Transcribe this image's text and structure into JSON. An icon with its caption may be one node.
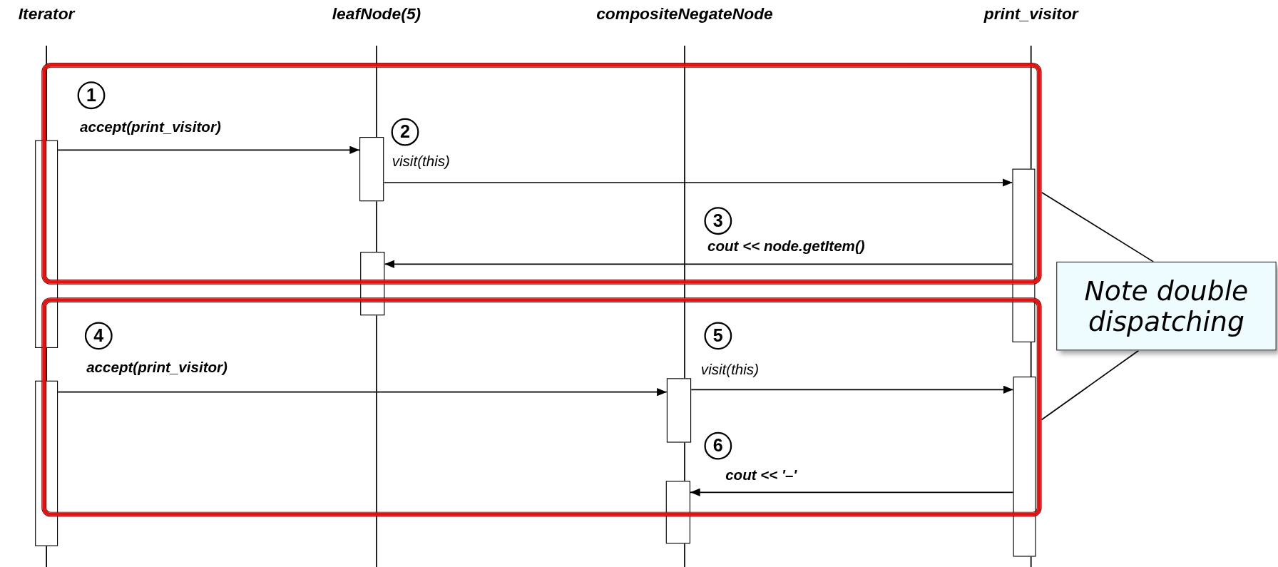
{
  "diagram": {
    "nodes": [
      {
        "text": [
          "Iterator"
        ]
      },
      {
        "text": [
          "leafNode(5)"
        ]
      },
      {
        "text": [
          "compositeNegateNode"
        ]
      },
      {
        "text": [
          "print_visitor"
        ]
      },
      {
        "text": [],
        "shape": "box"
      },
      {
        "text": [],
        "shape": "box"
      },
      {
        "text": [
          "Note double dispatching"
        ]
      },
      {
        "text": [],
        "shape": "bar"
      },
      {
        "text": [],
        "shape": "bar"
      },
      {
        "text": [],
        "shape": "bar",
        "in": 4
      },
      {
        "text": [],
        "shape": "bar"
      },
      {
        "text": [],
        "shape": "bar",
        "in": 5
      },
      {
        "text": [],
        "shape": "bar"
      },
      {
        "text": [],
        "shape": "bar"
      },
      {
        "text": [],
        "shape": "bar"
      }
    ],
    "edges": [
      {
        "from": 7,
        "to": 9,
        "arrow": "to",
        "label": "accept(print_visitor)"
      },
      {
        "from": 9,
        "to": 13,
        "arrow": "to",
        "label": "visit(this)"
      },
      {
        "from": 13,
        "to": 10,
        "arrow": "to",
        "label": "cout << node.getItem()"
      },
      {
        "from": 8,
        "to": 11,
        "arrow": "to",
        "label": "accept(print_visitor)"
      },
      {
        "from": 11,
        "to": 14,
        "arrow": "to",
        "label": "visit(this)"
      },
      {
        "from": 14,
        "to": 12,
        "arrow": "to",
        "label": "cout << '–'"
      },
      {
        "from": 6,
        "to": 4,
        "arrow": "none"
      },
      {
        "from": 6,
        "to": 5,
        "arrow": "none"
      }
    ],
    "labels": [
      "1",
      "2",
      "3",
      "4",
      "5",
      "6"
    ]
  }
}
